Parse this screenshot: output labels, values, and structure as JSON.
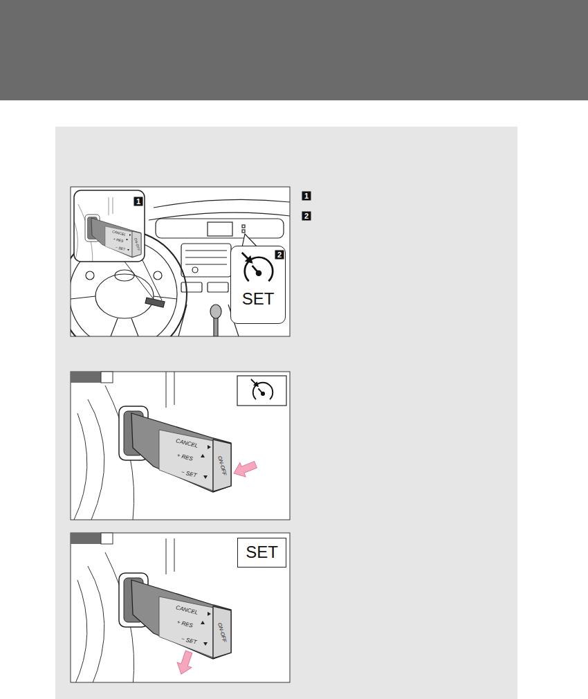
{
  "diagram": {
    "nodes": [
      {
        "text": [
          "SET"
        ]
      },
      {
        "text": [
          "SET"
        ]
      }
    ],
    "labels": [
      "1",
      "CANCEL",
      "+ RES",
      "− SET",
      "ON-OFF",
      "2",
      "1",
      "2",
      "CANCEL",
      "+ RES",
      "− SET",
      "ON-OFF",
      "CANCEL",
      "+ RES",
      "− SET",
      "ON-OFF"
    ]
  }
}
